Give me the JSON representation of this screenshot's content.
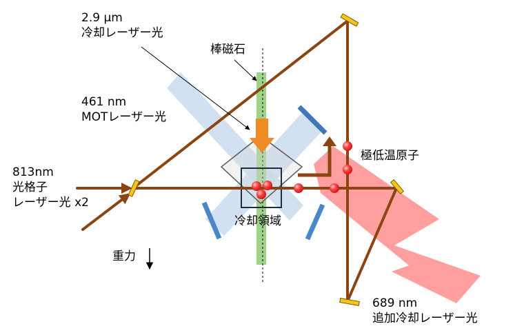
{
  "labels": {
    "cooling_29um_wavelength": "2.9 μm",
    "cooling_29um_name": "冷却レーザー光",
    "bar_magnet": "棒磁石",
    "mot_wavelength": "461 nm",
    "mot_name": "MOTレーザー光",
    "lattice_wavelength": "813nm",
    "lattice_name_1": "光格子",
    "lattice_name_2": "レーザー光 x2",
    "ultracold_atoms": "極低温原子",
    "cooling_region": "冷却領域",
    "gravity": "重力",
    "extra_cooling_wavelength": "689 nm",
    "extra_cooling_name": "追加冷却レーザー光"
  },
  "colors": {
    "beam_brown": "#8B4513",
    "mot_blue": "#C9DCF0",
    "red_beam": "#FF9A9A",
    "magnet_green": "#9FD28A",
    "mirror_yellow": "#F5C518",
    "window_blue": "#4A86C8",
    "atom_red": "#FF3B3B",
    "arrow_orange": "#F08A24"
  }
}
